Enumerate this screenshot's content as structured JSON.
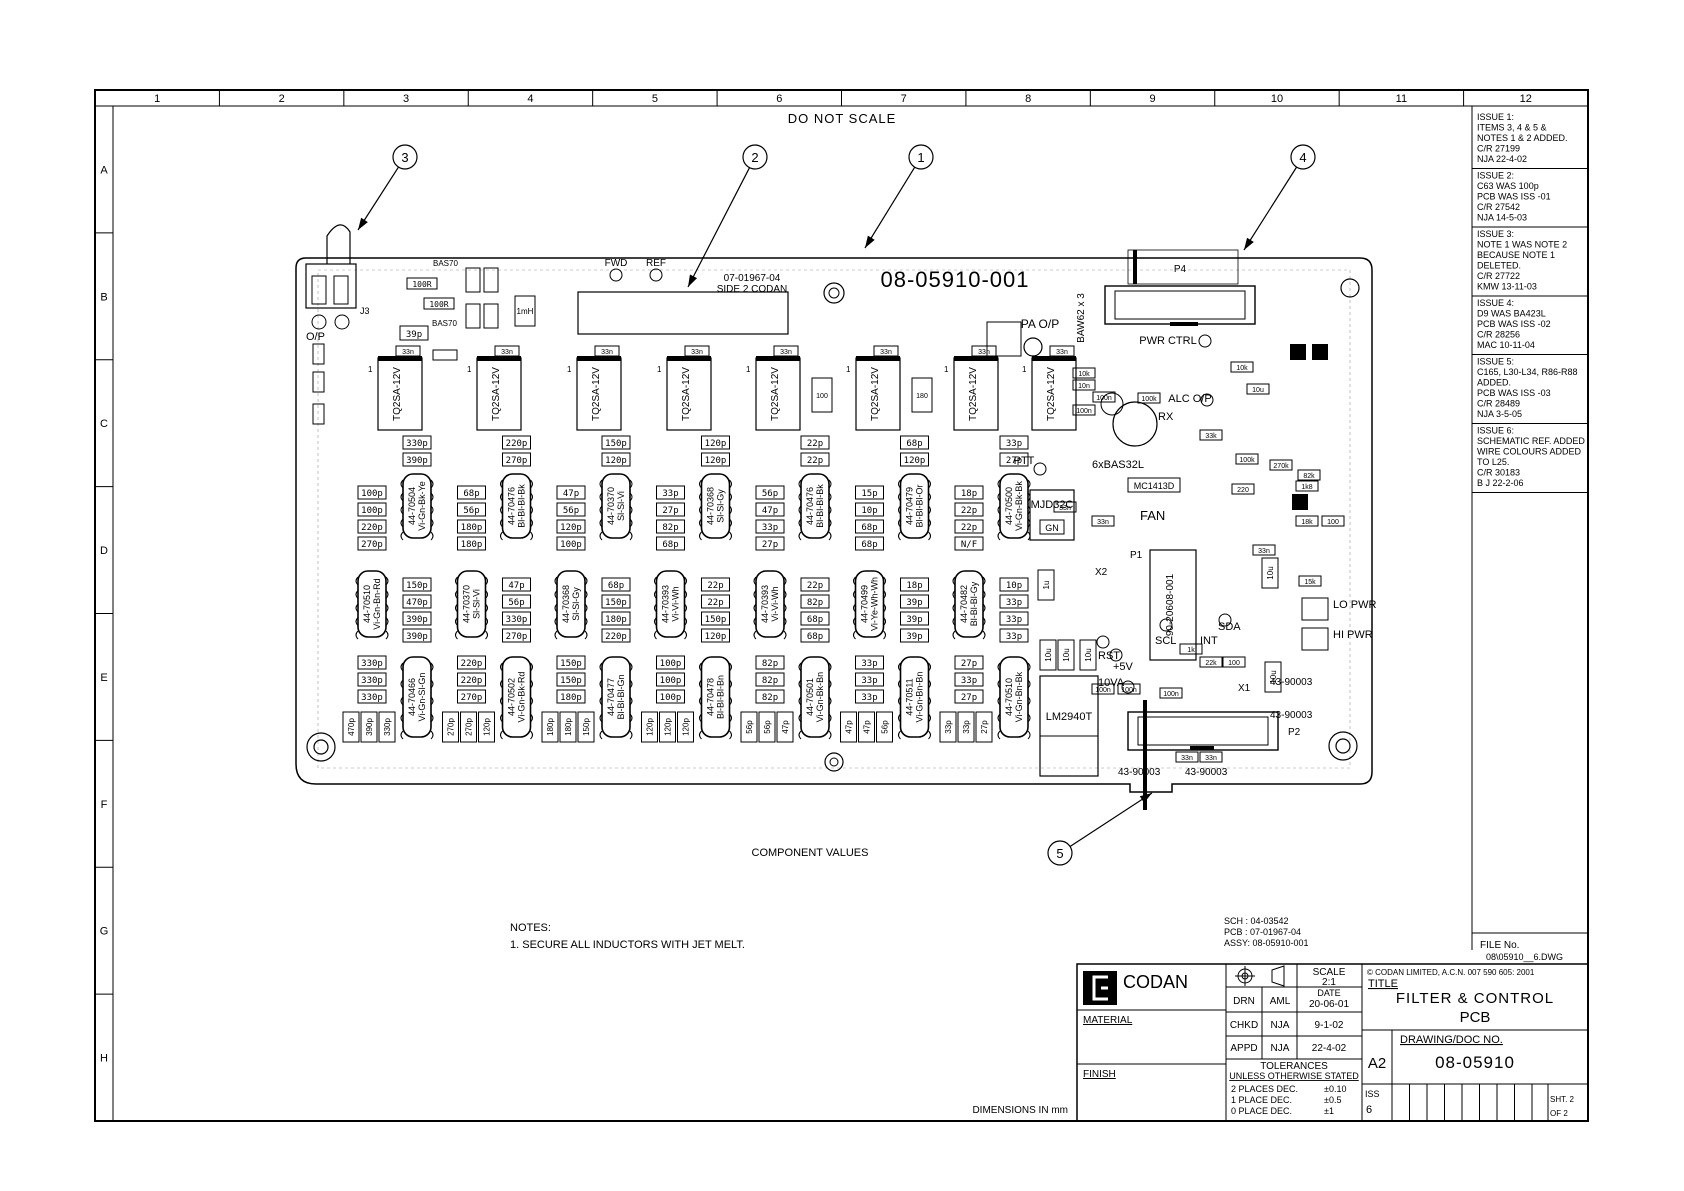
{
  "header": {
    "do_not_scale": "DO NOT SCALE",
    "columns": [
      "1",
      "2",
      "3",
      "4",
      "5",
      "6",
      "7",
      "8",
      "9",
      "10",
      "11",
      "12"
    ],
    "rows": [
      "A",
      "B",
      "C",
      "D",
      "E",
      "F",
      "G",
      "H"
    ]
  },
  "board": {
    "part_number": "08-05910-001",
    "silk_side": "07-01967-04",
    "silk_side2": "SIDE 2 CODAN",
    "fwd": "FWD",
    "ref": "REF",
    "pa_op": "PA O/P",
    "baw": "BAW62 x 3",
    "p4": "P4",
    "p2": "P2",
    "p1": "P1",
    "x1": "X1",
    "x2": "X2",
    "pwr_ctrl": "PWR CTRL",
    "alc_op": "ALC O/P",
    "rx": "RX",
    "ptt": "PTT",
    "fan": "FAN",
    "mjd32c": "MJD32C",
    "mc1413d": "MC1413D",
    "ic_number": "90-20608-001",
    "lm2940t": "LM2940T",
    "bas32l": "6xBAS32L",
    "sda": "SDA",
    "scl": "SCL",
    "int": "INT",
    "rst": "RST",
    "plus5v": "+5V",
    "tenva": "10VA",
    "lo_pwr": "LO PWR",
    "hi_pwr": "HI PWR",
    "op": "O/P",
    "j3": "J3",
    "relay_label": "TQ2SA-12V",
    "conn_4390003": "43-90003"
  },
  "callouts": [
    "1",
    "2",
    "3",
    "4",
    "5"
  ],
  "component_values_label": "COMPONENT VALUES",
  "notes": {
    "title": "NOTES:",
    "items": [
      "1. SECURE ALL INDUCTORS WITH JET MELT."
    ]
  },
  "refs": {
    "sch": "SCH : 04-03542",
    "pcb": "PCB : 07-01967-04",
    "assy": "ASSY: 08-05910-001"
  },
  "revisions": [
    {
      "lines": [
        "ISSUE 1:",
        "ITEMS 3, 4 & 5 &",
        "NOTES 1 & 2 ADDED.",
        "C/R 27199",
        "NJA 22-4-02"
      ]
    },
    {
      "lines": [
        "ISSUE 2:",
        "C63 WAS 100p",
        "PCB WAS ISS -01",
        "C/R 27542",
        "NJA 14-5-03"
      ]
    },
    {
      "lines": [
        "ISSUE 3:",
        "NOTE 1 WAS NOTE 2",
        "BECAUSE NOTE 1",
        "DELETED.",
        "C/R 27722",
        "KMW 13-11-03"
      ]
    },
    {
      "lines": [
        "ISSUE 4:",
        "D9 WAS BA423L",
        "PCB WAS ISS -02",
        "C/R 28256",
        "MAC 10-11-04"
      ]
    },
    {
      "lines": [
        "ISSUE 5:",
        "C165, L30-L34, R86-R88",
        "ADDED.",
        "PCB WAS ISS -03",
        "C/R 28489",
        "NJA 3-5-05"
      ]
    },
    {
      "lines": [
        "ISSUE 6:",
        "SCHEMATIC REF. ADDED",
        "WIRE COLOURS ADDED",
        "TO L25.",
        "C/R 30183",
        "B J 22-2-06"
      ]
    }
  ],
  "file": {
    "label": "FILE No.",
    "value": "08\\05910__6.DWG"
  },
  "title_block": {
    "company": "CODAN",
    "material": "MATERIAL",
    "finish": "FINISH",
    "scale_label": "SCALE",
    "scale_value": "2:1",
    "date_label": "DATE",
    "drn": {
      "role": "DRN",
      "name": "AML",
      "date": "20-06-01"
    },
    "chkd": {
      "role": "CHKD",
      "name": "NJA",
      "date": "9-1-02"
    },
    "appd": {
      "role": "APPD",
      "name": "NJA",
      "date": "22-4-02"
    },
    "tolerances": "TOLERANCES",
    "unless": "UNLESS OTHERWISE STATED",
    "tol_rows": [
      {
        "label": "2 PLACES DEC.",
        "value": "±0.10"
      },
      {
        "label": "1 PLACE DEC.",
        "value": "±0.5"
      },
      {
        "label": "0 PLACE DEC.",
        "value": "±1"
      }
    ],
    "copyright": "© CODAN LIMITED, A.C.N. 007 590 605: 2001",
    "title_label": "TITLE",
    "title_line1": "FILTER & CONTROL",
    "title_line2": "PCB",
    "drawing_label": "DRAWING/DOC NO.",
    "size": "A2",
    "drawing_no": "08-05910",
    "iss_label": "ISS",
    "iss_value": "6",
    "sheet_label": "SHT. 2",
    "sheet_of": "OF  2",
    "dimensions": "DIMENSIONS IN mm"
  },
  "filter_sections": [
    {
      "caps_top": [
        "330p",
        "390p"
      ],
      "ind1": "44-70504 Vi-Gn-Bk-Ye",
      "caps_mid": [
        "100p",
        "100p",
        "220p",
        "270p"
      ],
      "ind2": "44-70510 Vi-Gn-Bn-Rd",
      "caps_mid2": [
        "150p",
        "470p",
        "390p",
        "390p"
      ],
      "ind3": "44-70466 Vi-Gn-Sl-Gn",
      "caps_bot": [
        "330p",
        "330p",
        "330p"
      ],
      "caps_row": [
        "470p",
        "390p",
        "330p"
      ]
    },
    {
      "caps_top": [
        "220p",
        "270p"
      ],
      "ind1": "44-70476 Bl-Bl-Bl-Bk",
      "caps_mid": [
        "68p",
        "56p",
        "180p",
        "180p"
      ],
      "ind2": "44-70370 Sl-Sl-Vi",
      "caps_mid2": [
        "47p",
        "56p",
        "330p",
        "270p"
      ],
      "ind3": "44-70502 Vi-Gn-Bk-Rd",
      "caps_bot": [
        "220p",
        "220p",
        "270p"
      ],
      "caps_row": [
        "270p",
        "270p",
        "120p"
      ]
    },
    {
      "caps_top": [
        "150p",
        "120p"
      ],
      "ind1": "44-70370 Sl-Sl-Vi",
      "caps_mid": [
        "47p",
        "56p",
        "120p",
        "100p"
      ],
      "ind2": "44-70368 Sl-Sl-Gy",
      "caps_mid2": [
        "68p",
        "150p",
        "180p",
        "220p"
      ],
      "ind3": "44-70477 Bl-Bl-Bl-Gn",
      "caps_bot": [
        "150p",
        "150p",
        "180p"
      ],
      "caps_row": [
        "180p",
        "180p",
        "150p"
      ]
    },
    {
      "caps_top": [
        "120p",
        "120p"
      ],
      "ind1": "44-70368 Sl-Sl-Gy",
      "caps_mid": [
        "33p",
        "27p",
        "82p",
        "68p"
      ],
      "ind2": "44-70393 Vi-Vi-Wh",
      "caps_mid2": [
        "22p",
        "22p",
        "150p",
        "120p"
      ],
      "ind3": "44-70478 Bl-Bl-Bl-Bn",
      "caps_bot": [
        "100p",
        "100p",
        "100p"
      ],
      "caps_row": [
        "120p",
        "120p",
        "120p"
      ]
    },
    {
      "caps_top": [
        "22p",
        "22p"
      ],
      "ind1": "44-70476 Bl-Bl-Bl-Bk",
      "caps_mid": [
        "56p",
        "47p",
        "33p",
        "27p"
      ],
      "ind2": "44-70393 Vi-Vi-Wh",
      "caps_mid2": [
        "22p",
        "82p",
        "68p",
        "68p"
      ],
      "ind3": "44-70501 Vi-Gn-Bk-Bn",
      "caps_bot": [
        "82p",
        "82p",
        "82p"
      ],
      "caps_row": [
        "56p",
        "56p",
        "47p"
      ]
    },
    {
      "caps_top": [
        "68p",
        "120p"
      ],
      "ind1": "44-70479 Bl-Bl-Bl-Or",
      "caps_mid": [
        "15p",
        "10p",
        "68p",
        "68p"
      ],
      "ind2": "44-70499 Vi-Ye-Wh-Wh",
      "caps_mid2": [
        "18p",
        "39p",
        "39p",
        "39p"
      ],
      "ind3": "44-70511 Vi-Gn-Bn-Bn",
      "caps_bot": [
        "33p",
        "33p",
        "33p"
      ],
      "caps_row": [
        "47p",
        "47p",
        "56p"
      ]
    },
    {
      "caps_top": [
        "33p",
        "27p"
      ],
      "ind1": "44-70500 Vi-Gn-Bk-Bk",
      "caps_mid": [
        "18p",
        "22p",
        "22p",
        "N/F"
      ],
      "ind2": "44-70482 Bl-Bl-Bl-Gy",
      "caps_mid2": [
        "10p",
        "33p",
        "33p",
        "33p"
      ],
      "ind3": "44-70510 Vi-Gn-Bn-Bk",
      "caps_bot": [
        "27p",
        "33p",
        "27p"
      ],
      "caps_row": [
        "33p",
        "33p",
        "27p"
      ]
    }
  ]
}
